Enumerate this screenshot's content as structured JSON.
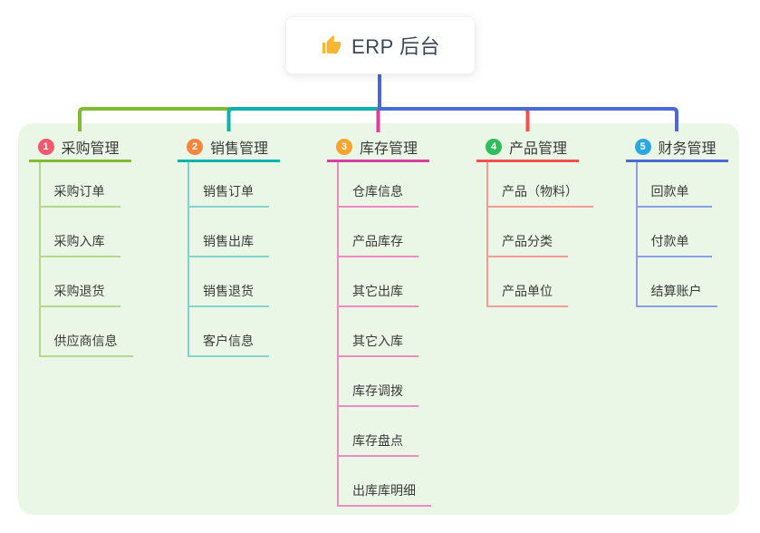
{
  "root": {
    "title": "ERP 后台",
    "icon": "thumbs-up-icon",
    "icon_color": "#f5b731",
    "connector_color": "#4a68d2"
  },
  "panel_color": "#ebf7e6",
  "branches": [
    {
      "index": "1",
      "title": "采购管理",
      "badge_color": "#f2596f",
      "line_color": "#80bb32",
      "child_line_color": "#b3d98a",
      "children": [
        "采购订单",
        "采购入库",
        "采购退货",
        "供应商信息"
      ]
    },
    {
      "index": "2",
      "title": "销售管理",
      "badge_color": "#f8873d",
      "line_color": "#0cb3ab",
      "child_line_color": "#82d4cc",
      "children": [
        "销售订单",
        "销售出库",
        "销售退货",
        "客户信息"
      ]
    },
    {
      "index": "3",
      "title": "库存管理",
      "badge_color": "#f6a42b",
      "line_color": "#d83f9e",
      "child_line_color": "#ef8ac2",
      "children": [
        "仓库信息",
        "产品库存",
        "其它出库",
        "其它入库",
        "库存调拨",
        "库存盘点",
        "出库库明细"
      ]
    },
    {
      "index": "4",
      "title": "产品管理",
      "badge_color": "#2fbd5e",
      "line_color": "#f4514e",
      "child_line_color": "#f79b96",
      "children": [
        "产品（物料）",
        "产品分类",
        "产品单位"
      ]
    },
    {
      "index": "5",
      "title": "财务管理",
      "badge_color": "#2ea7e0",
      "line_color": "#4a6ad6",
      "child_line_color": "#8aa0e2",
      "children": [
        "回款单",
        "付款单",
        "结算账户"
      ]
    }
  ]
}
